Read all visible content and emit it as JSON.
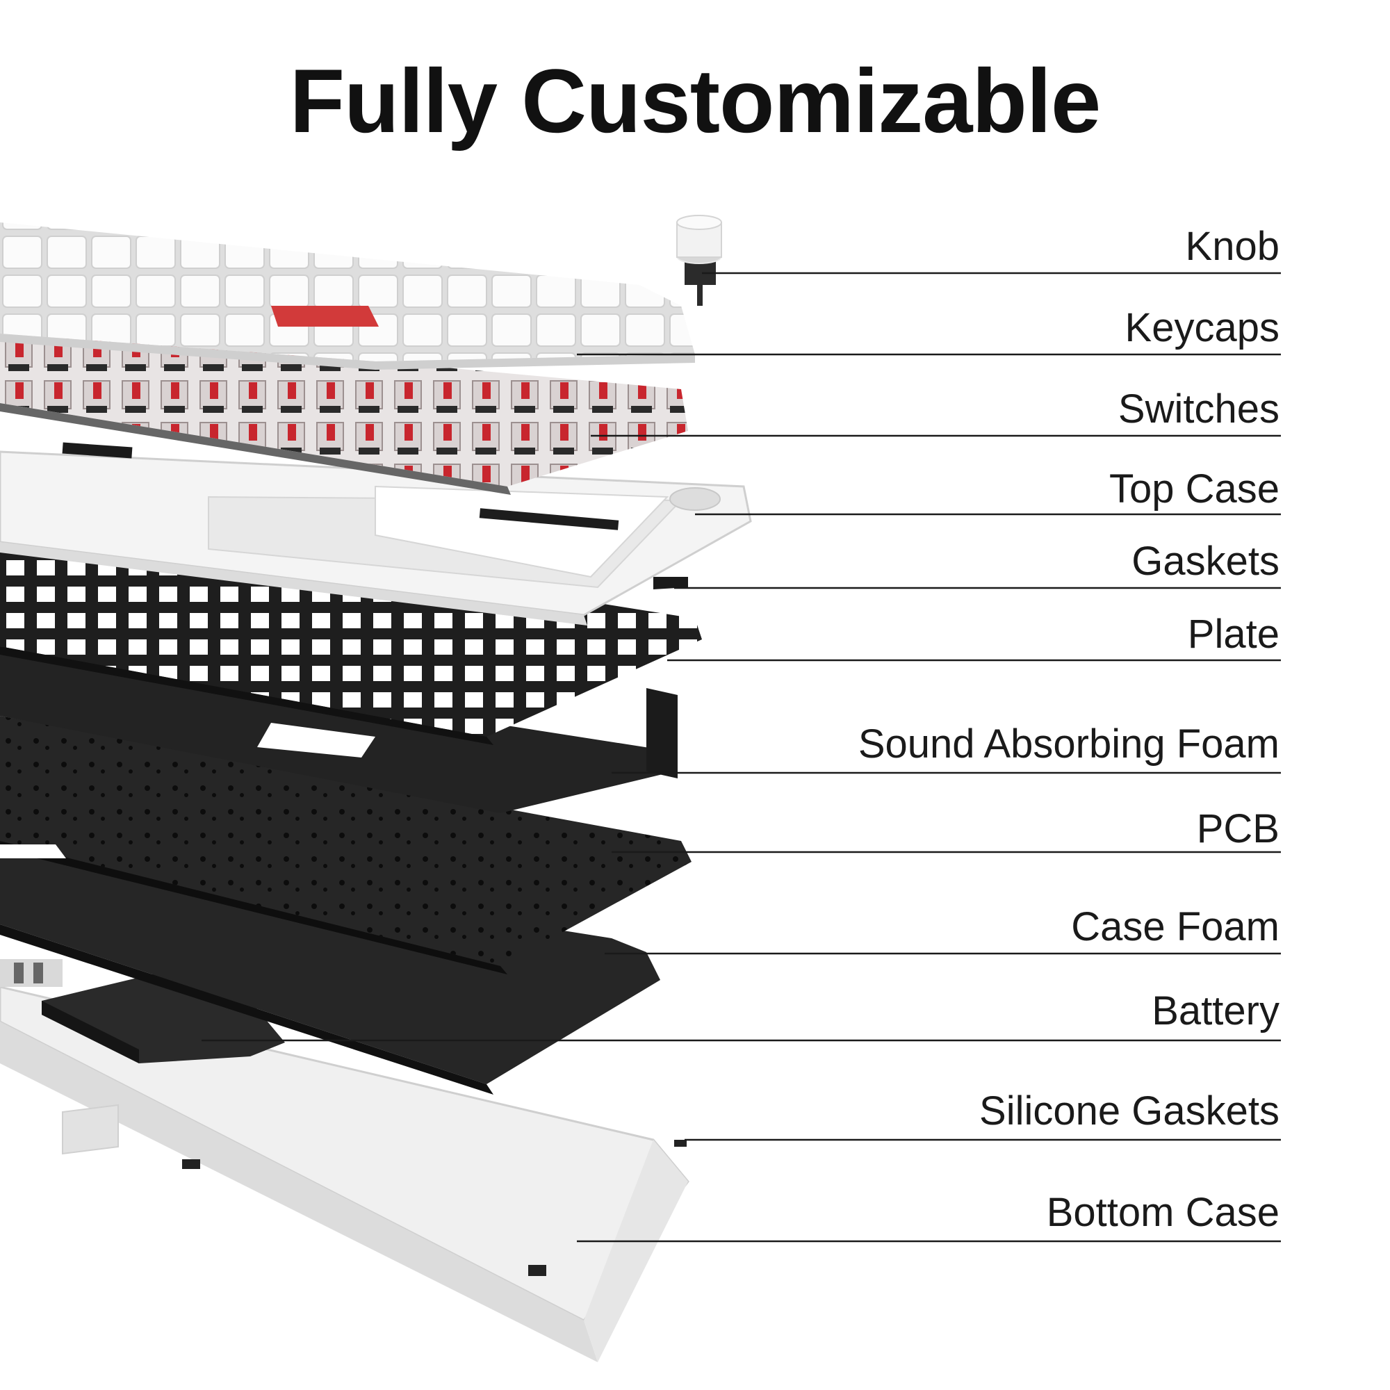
{
  "title": "Fully Customizable",
  "components": [
    {
      "id": "knob",
      "label": "Knob"
    },
    {
      "id": "keycaps",
      "label": "Keycaps"
    },
    {
      "id": "switches",
      "label": "Switches"
    },
    {
      "id": "top-case",
      "label": "Top Case"
    },
    {
      "id": "gaskets",
      "label": "Gaskets"
    },
    {
      "id": "plate",
      "label": "Plate"
    },
    {
      "id": "sound-absorbing-foam",
      "label": "Sound Absorbing Foam"
    },
    {
      "id": "pcb",
      "label": "PCB"
    },
    {
      "id": "case-foam",
      "label": "Case Foam"
    },
    {
      "id": "battery",
      "label": "Battery"
    },
    {
      "id": "silicone-gaskets",
      "label": "Silicone Gaskets"
    },
    {
      "id": "bottom-case",
      "label": "Bottom Case"
    }
  ],
  "colors": {
    "text": "#1a1a1a",
    "accent_red": "#d23a3a",
    "dark_layer": "#2a2a2a",
    "white_case": "#f4f4f4"
  }
}
